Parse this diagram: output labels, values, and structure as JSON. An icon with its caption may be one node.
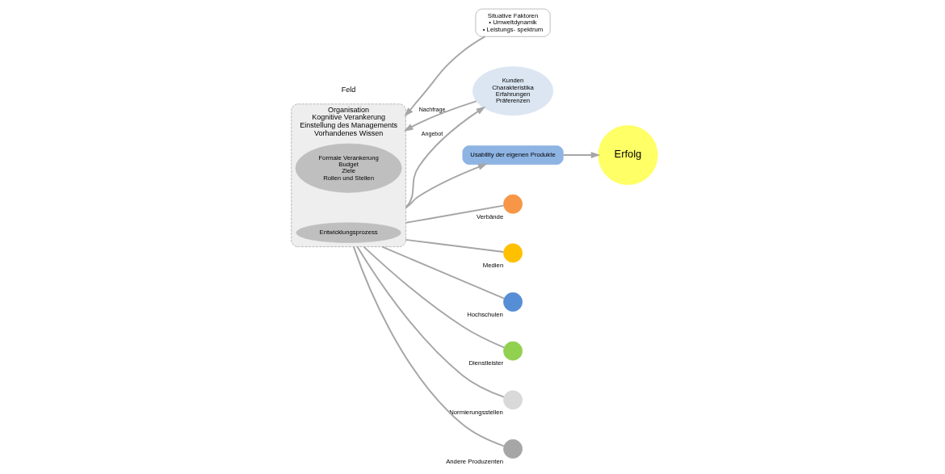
{
  "diagram": {
    "nodes": [
      {
        "text": [
          "Organisation",
          "Kognitive Verankerung",
          "Einstellung des Managements",
          "Vorhandenes Wissen"
        ]
      },
      {
        "text": [
          "Formale Verankerung",
          "Budget",
          "Ziele",
          "Rollen und Stellen"
        ],
        "in": 0
      },
      {
        "text": [
          "Entwicklungsprozess"
        ],
        "in": 0
      },
      {
        "text": [
          "Situative Faktoren",
          "• Umweltdynamik",
          "• Leistungs- spektrum"
        ]
      },
      {
        "text": [
          "Kunden",
          "Charakteristika",
          "Erfahrungen",
          "Präferenzen"
        ]
      },
      {
        "text": [
          "Usability der eigenen Produkte"
        ]
      },
      {
        "text": [
          "Erfolg"
        ]
      },
      {
        "text": [],
        "shape": "circle",
        "beside": [
          "Verbände"
        ]
      },
      {
        "text": [],
        "shape": "circle",
        "beside": [
          "Medien"
        ]
      },
      {
        "text": [],
        "shape": "circle",
        "beside": [
          "Hochschulen"
        ]
      },
      {
        "text": [],
        "shape": "circle",
        "beside": [
          "Dienstleister"
        ]
      },
      {
        "text": [],
        "shape": "circle",
        "beside": [
          "Normierungsstellen"
        ]
      },
      {
        "text": [],
        "shape": "circle",
        "beside": [
          "Andere Produzenten"
        ]
      }
    ],
    "edges": [
      {
        "from": 3,
        "to": 0,
        "arrow": "to"
      },
      {
        "from": 0,
        "to": 5,
        "arrow": "to"
      },
      {
        "from": 5,
        "to": 6,
        "arrow": "to"
      },
      {
        "from": 4,
        "to": 0,
        "arrow": "to",
        "label": "Nachfrage"
      },
      {
        "from": 0,
        "to": 4,
        "arrow": "to",
        "label": "Angebot"
      },
      {
        "from": 0,
        "to": 7,
        "arrow": "none"
      },
      {
        "from": 0,
        "to": 8,
        "arrow": "none"
      },
      {
        "from": 0,
        "to": 9,
        "arrow": "none"
      },
      {
        "from": 0,
        "to": 10,
        "arrow": "none"
      },
      {
        "from": 0,
        "to": 11,
        "arrow": "none"
      },
      {
        "from": 0,
        "to": 12,
        "arrow": "none"
      }
    ],
    "labels": [
      "Feld"
    ]
  }
}
